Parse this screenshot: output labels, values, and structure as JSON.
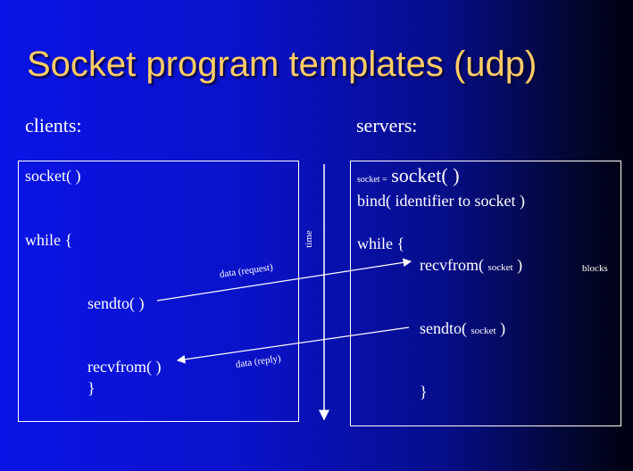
{
  "slide": {
    "title": "Socket program templates (udp)",
    "clients_heading": "clients:",
    "servers_heading": "servers:",
    "client": {
      "socket": "socket( )",
      "while": "while {",
      "sendto": "sendto( )",
      "recvfrom": "recvfrom( )",
      "close_brace": "}"
    },
    "server": {
      "socket_prefix": "socket =",
      "socket": "socket( )",
      "bind": "bind( identifier to socket )",
      "while": "while {",
      "recvfrom_open": "recvfrom(",
      "recvfrom_arg": "socket",
      "recvfrom_close": ")",
      "blocks": "blocks",
      "sendto_open": "sendto(",
      "sendto_arg": "socket",
      "sendto_close": ")",
      "close_brace": "}"
    },
    "time_label": "time",
    "arrow_request": "data (request)",
    "arrow_reply": "data (reply)"
  }
}
